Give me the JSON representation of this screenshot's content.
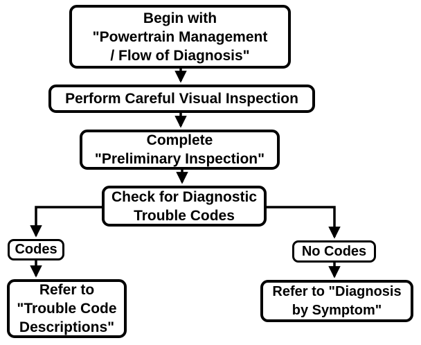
{
  "diagram": {
    "type": "flowchart",
    "topic": "Powertrain diagnostic flow of diagnosis",
    "colors": {
      "background": "#ffffff",
      "box_fill": "#ffffff",
      "box_border": "#000000",
      "text": "#000000",
      "connector": "#000000"
    },
    "nodes": {
      "begin": {
        "lines": [
          "Begin with",
          "\"Powertrain Management",
          "/ Flow of Diagnosis\""
        ]
      },
      "visual_inspection": {
        "lines": [
          "Perform Careful Visual Inspection"
        ]
      },
      "preliminary": {
        "lines": [
          "Complete",
          "\"Preliminary Inspection\""
        ]
      },
      "check_codes": {
        "lines": [
          "Check for Diagnostic",
          "Trouble Codes"
        ]
      },
      "codes": {
        "lines": [
          "Codes"
        ]
      },
      "no_codes": {
        "lines": [
          "No Codes"
        ]
      },
      "refer_trouble_codes": {
        "lines": [
          "Refer to",
          "\"Trouble Code",
          "Descriptions\""
        ]
      },
      "refer_symptom": {
        "lines": [
          "Refer to \"Diagnosis",
          "by Symptom\""
        ]
      }
    },
    "edges": [
      {
        "from": "begin",
        "to": "visual_inspection"
      },
      {
        "from": "visual_inspection",
        "to": "preliminary"
      },
      {
        "from": "preliminary",
        "to": "check_codes"
      },
      {
        "from": "check_codes",
        "to": "codes"
      },
      {
        "from": "check_codes",
        "to": "no_codes"
      },
      {
        "from": "codes",
        "to": "refer_trouble_codes"
      },
      {
        "from": "no_codes",
        "to": "refer_symptom"
      }
    ]
  }
}
